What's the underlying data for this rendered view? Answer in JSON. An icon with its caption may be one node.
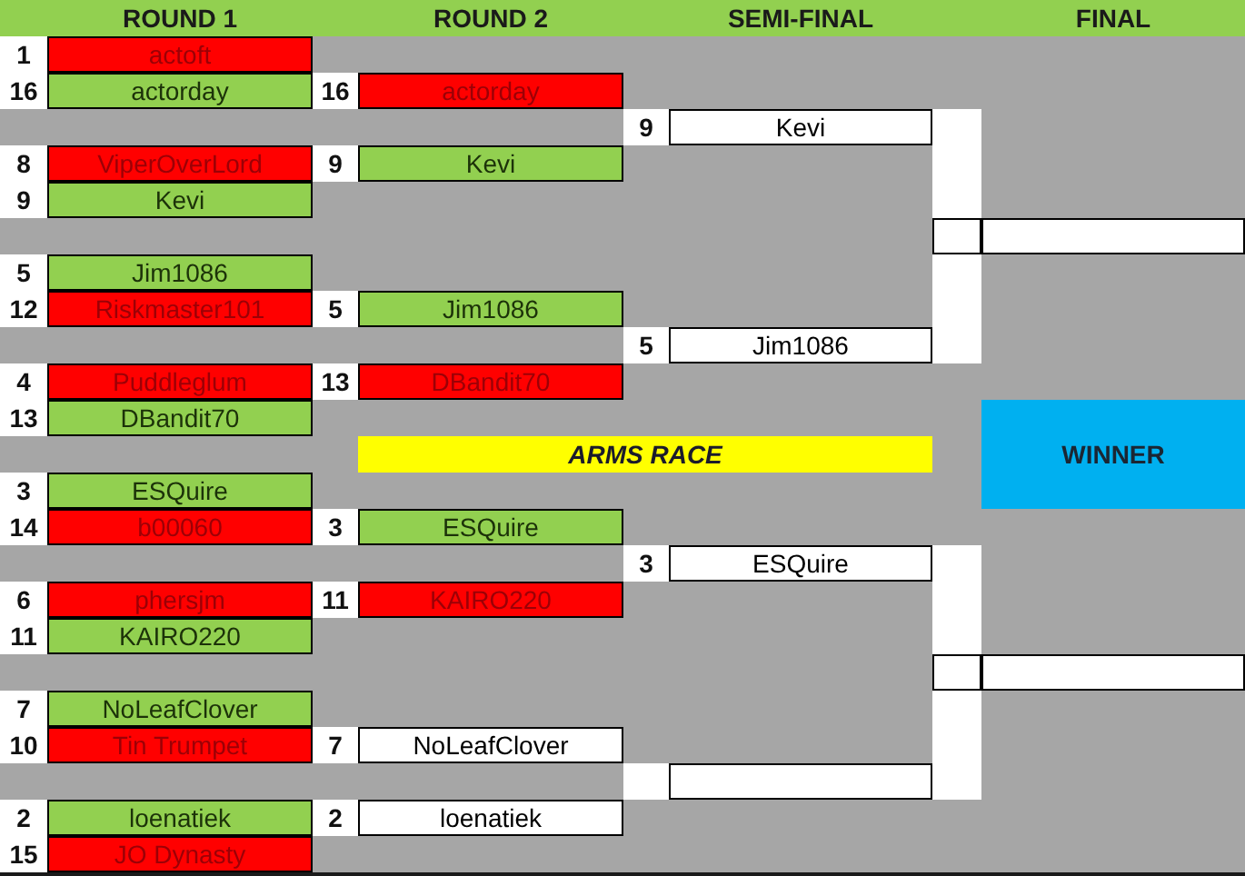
{
  "diagram": {
    "nodes": [
      {
        "text": [
          "ROUND 1",
          "ROUND 2",
          "SEMI-FINAL",
          "FINAL"
        ]
      },
      {
        "text": [
          "1",
          "actoft"
        ]
      },
      {
        "text": [
          "16",
          "actorday"
        ]
      },
      {
        "text": [
          "16",
          "actorday"
        ]
      },
      {
        "text": [
          "9",
          "Kevi"
        ]
      },
      {
        "text": [
          "8",
          "ViperOverLord"
        ]
      },
      {
        "text": [
          "9",
          "Kevi"
        ]
      },
      {
        "text": [
          "9",
          "Kevi"
        ]
      },
      {
        "text": [],
        "shape": "box"
      },
      {
        "text": [
          "5",
          "Jim1086"
        ]
      },
      {
        "text": [
          "12",
          "Riskmaster101"
        ]
      },
      {
        "text": [
          "5",
          "Jim1086"
        ]
      },
      {
        "text": [
          "5",
          "Jim1086"
        ]
      },
      {
        "text": [
          "4",
          "Puddleglum"
        ]
      },
      {
        "text": [
          "13",
          "DBandit70"
        ]
      },
      {
        "text": [
          "13",
          "DBandit70"
        ]
      },
      {
        "text": [
          "WINNER"
        ]
      },
      {
        "text": [
          "ARMS RACE"
        ]
      },
      {
        "text": [
          "3",
          "ESQuire"
        ]
      },
      {
        "text": [
          "14",
          "b00060"
        ]
      },
      {
        "text": [
          "3",
          "ESQuire"
        ]
      },
      {
        "text": [
          "3",
          "ESQuire"
        ]
      },
      {
        "text": [
          "6",
          "phersjm"
        ]
      },
      {
        "text": [
          "11",
          "KAIRO220"
        ]
      },
      {
        "text": [
          "11",
          "KAIRO220"
        ]
      },
      {
        "text": [],
        "shape": "box"
      },
      {
        "text": [
          "7",
          "NoLeafClover"
        ]
      },
      {
        "text": [
          "10",
          "Tin Trumpet"
        ]
      },
      {
        "text": [
          "7",
          "NoLeafClover"
        ]
      },
      {
        "text": [],
        "shape": "box"
      },
      {
        "text": [
          "2",
          "loenatiek"
        ]
      },
      {
        "text": [
          "2",
          "loenatiek"
        ]
      },
      {
        "text": [
          "15",
          "JO Dynasty"
        ]
      }
    ],
    "edges": [
      {
        "from": 4,
        "to": 8,
        "arrow": "none"
      },
      {
        "from": 12,
        "to": 8,
        "arrow": "none"
      },
      {
        "from": 21,
        "to": 25,
        "arrow": "none"
      },
      {
        "from": 29,
        "to": 25,
        "arrow": "none"
      }
    ]
  }
}
